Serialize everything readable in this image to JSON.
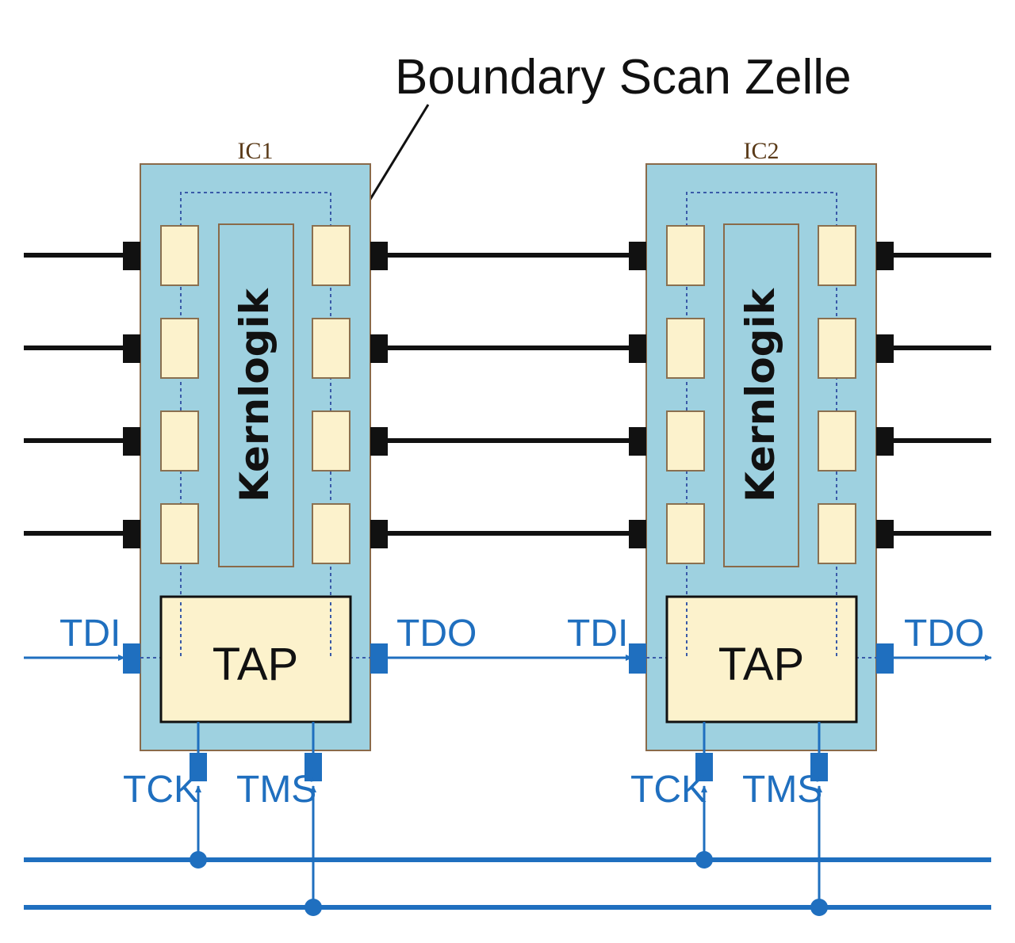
{
  "callout": {
    "label": "Boundary Scan Zelle"
  },
  "chips": [
    {
      "name": "IC1",
      "core_label": "Kernlogik",
      "tap_label": "TAP",
      "tdi_label": "TDI",
      "tdo_label": "TDO",
      "tck_label": "TCK",
      "tms_label": "TMS"
    },
    {
      "name": "IC2",
      "core_label": "Kernlogik",
      "tap_label": "TAP",
      "tdi_label": "TDI",
      "tdo_label": "TDO",
      "tck_label": "TCK",
      "tms_label": "TMS"
    }
  ],
  "colors": {
    "chip_fill": "#9ed1e0",
    "chip_border": "#8a6a4a",
    "cell_fill": "#fcf2cc",
    "signal_blue": "#1f6fbf",
    "wire_black": "#111111"
  }
}
